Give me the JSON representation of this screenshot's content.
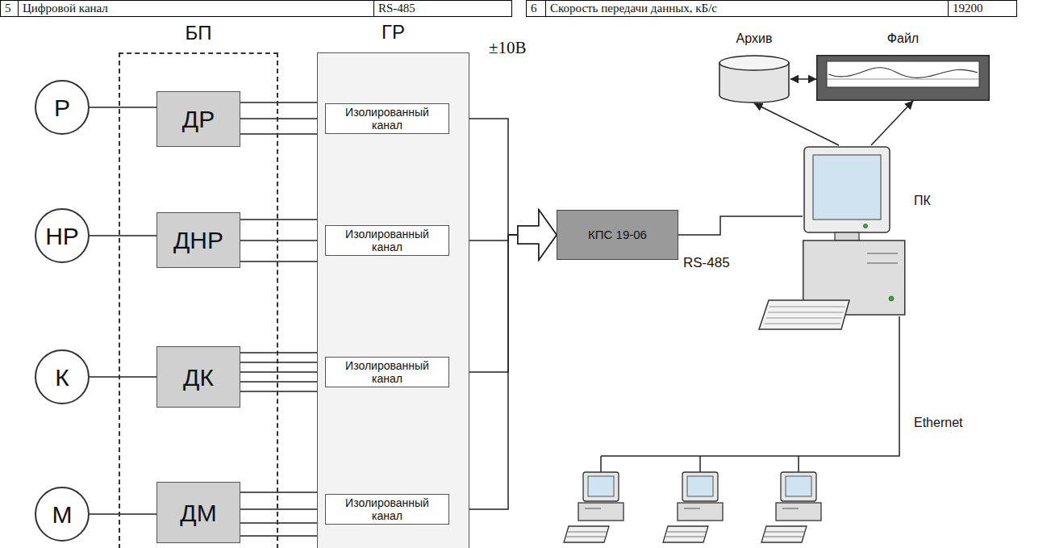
{
  "diagram": {
    "nodes": [
      {
        "text": [
          "Р"
        ]
      },
      {
        "text": [
          "НР"
        ]
      },
      {
        "text": [
          "К"
        ]
      },
      {
        "text": [
          "М"
        ]
      },
      {
        "text": [
          "БП"
        ]
      },
      {
        "text": [
          "ДР"
        ],
        "in": 4
      },
      {
        "text": [
          "ДНР"
        ],
        "in": 4
      },
      {
        "text": [
          "ДК"
        ],
        "in": 4
      },
      {
        "text": [
          "ДМ"
        ],
        "in": 4
      },
      {
        "text": [
          "ГР"
        ]
      },
      {
        "text": [
          "Изолированный канал"
        ],
        "in": 9
      },
      {
        "text": [
          "Изолированный канал"
        ],
        "in": 9
      },
      {
        "text": [
          "Изолированный канал"
        ],
        "in": 9
      },
      {
        "text": [
          "Изолированный канал"
        ],
        "in": 9
      },
      {
        "text": [
          "КПС 19-06"
        ]
      },
      {
        "text": [
          "Архив"
        ]
      },
      {
        "text": [
          "Файл"
        ]
      },
      {
        "text": [
          "ПК"
        ]
      }
    ],
    "edges": [
      {
        "from": 0,
        "to": 5,
        "arrow": "none"
      },
      {
        "from": 1,
        "to": 6,
        "arrow": "none"
      },
      {
        "from": 2,
        "to": 7,
        "arrow": "none"
      },
      {
        "from": 3,
        "to": 8,
        "arrow": "none"
      },
      {
        "from": 5,
        "to": 10,
        "arrow": "none"
      },
      {
        "from": 6,
        "to": 11,
        "arrow": "none"
      },
      {
        "from": 7,
        "to": 12,
        "arrow": "none"
      },
      {
        "from": 8,
        "to": 13,
        "arrow": "none"
      },
      {
        "from": 10,
        "to": 14,
        "arrow": "to"
      },
      {
        "from": 11,
        "to": 14,
        "arrow": "to"
      },
      {
        "from": 12,
        "to": 14,
        "arrow": "to"
      },
      {
        "from": 13,
        "to": 14,
        "arrow": "to"
      },
      {
        "from": 14,
        "to": 17,
        "arrow": "none"
      },
      {
        "from": 17,
        "to": 15,
        "arrow": "to"
      },
      {
        "from": 17,
        "to": 16,
        "arrow": "to"
      },
      {
        "from": 15,
        "to": 16,
        "arrow": "both"
      }
    ],
    "labels": [
      "5",
      "Цифровой канал",
      "RS-485",
      "6",
      "Скорость передачи данных, кБ/с",
      "19200",
      "±10В",
      "RS-485",
      "Ethernet"
    ]
  }
}
